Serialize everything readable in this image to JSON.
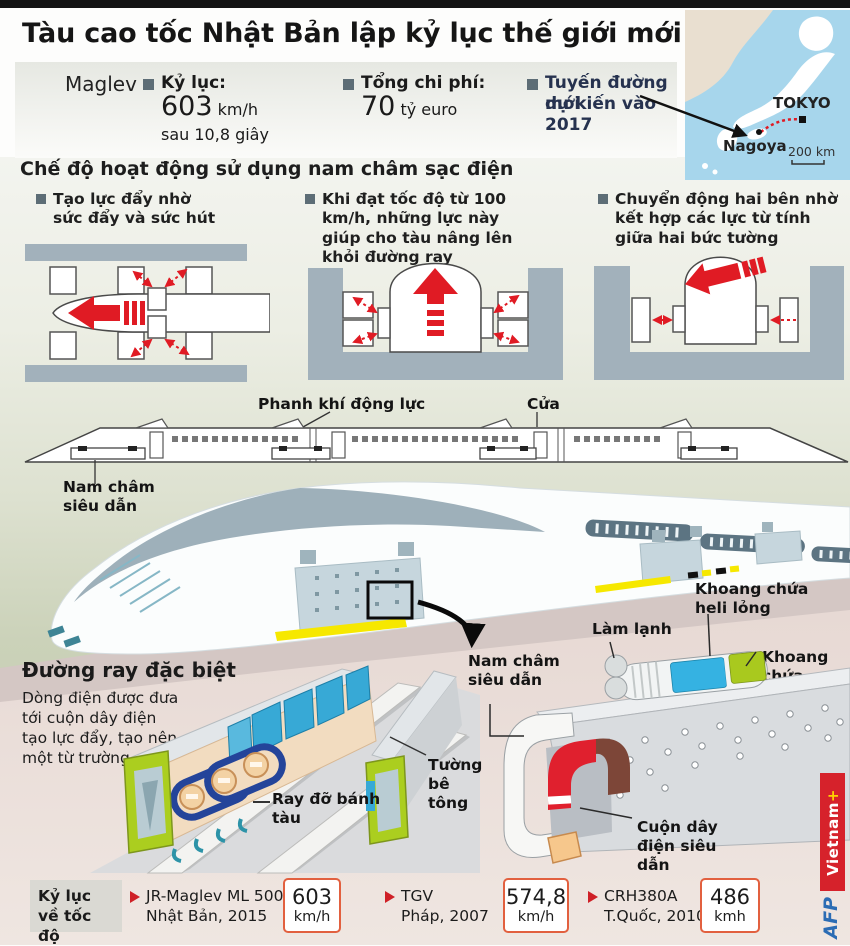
{
  "colors": {
    "accent_red": "#e01b24",
    "wall_gray": "#a2b1bb",
    "guideway_green": "#abce1f",
    "panel_blue": "#37a9d6",
    "coil_blue": "#24449a",
    "sea_blue": "#a7d6ec",
    "value_border": "#e2603f",
    "brand_red": "#d6222b",
    "brand_blue": "#2b6cb4",
    "brand_plus_yellow": "#ffd200"
  },
  "header": {
    "title": "Tàu cao tốc Nhật Bản lập kỷ lục thế giới mới"
  },
  "facts": {
    "product": "Maglev",
    "record": {
      "label": "Kỷ lục:",
      "value": "603",
      "unit": "km/h",
      "note": "sau 10,8 giây"
    },
    "cost": {
      "label": "Tổng chi phí:",
      "value": "70",
      "unit": "tỷ euro"
    },
    "route": {
      "line1": "Tuyến đường mới",
      "line2": "dự kiến vào 2017"
    }
  },
  "map": {
    "city_top": "TOKYO",
    "city_bottom": "Nagoya",
    "scale": "200 km"
  },
  "modes": {
    "heading": "Chế độ hoạt động sử dụng nam châm sạc điện",
    "items": [
      {
        "caption": "Tạo lực đẩy nhờ sức đẩy và sức hút"
      },
      {
        "caption": "Khi đạt tốc độ từ 100 km/h, những lực này giúp cho tàu nâng lên khỏi đường ray"
      },
      {
        "caption": "Chuyển động hai bên nhờ kết hợp các lực từ tính giữa hai bức tường"
      }
    ]
  },
  "train_side": {
    "label_brake": "Phanh khí động lực",
    "label_door": "Cửa",
    "label_magnet": "Nam châm siêu dẫn"
  },
  "cutaway": {
    "label_helium": "Khoang chứa heli lỏng",
    "label_cooling": "Làm lạnh",
    "label_nitrogen": "Khoang chứa nitơ lỏng",
    "label_magnet": "Nam châm siêu dẫn",
    "label_coil": "Cuộn dây điện siêu dẫn"
  },
  "track": {
    "heading": "Đường ray đặc biệt",
    "body": "Dòng điện được đưa tới cuộn dây điện tạo lực đẩy, tạo nên một từ trường",
    "label_rail": "Ray đỡ bánh tàu",
    "label_wall": "Tường bê tông"
  },
  "records": {
    "heading": "Kỷ lục về tốc độ",
    "items": [
      {
        "name": "JR-Maglev ML 500",
        "origin": "Nhật Bản, 2015",
        "speed": "603",
        "unit": "km/h"
      },
      {
        "name": "TGV",
        "origin": "Pháp, 2007",
        "speed": "574,8",
        "unit": "km/h"
      },
      {
        "name": "CRH380A",
        "origin": "T.Quốc, 2010",
        "speed": "486",
        "unit": "kmh"
      }
    ]
  },
  "branding": {
    "agency": "AFP",
    "brand": "Vietnam",
    "plus": "+"
  }
}
